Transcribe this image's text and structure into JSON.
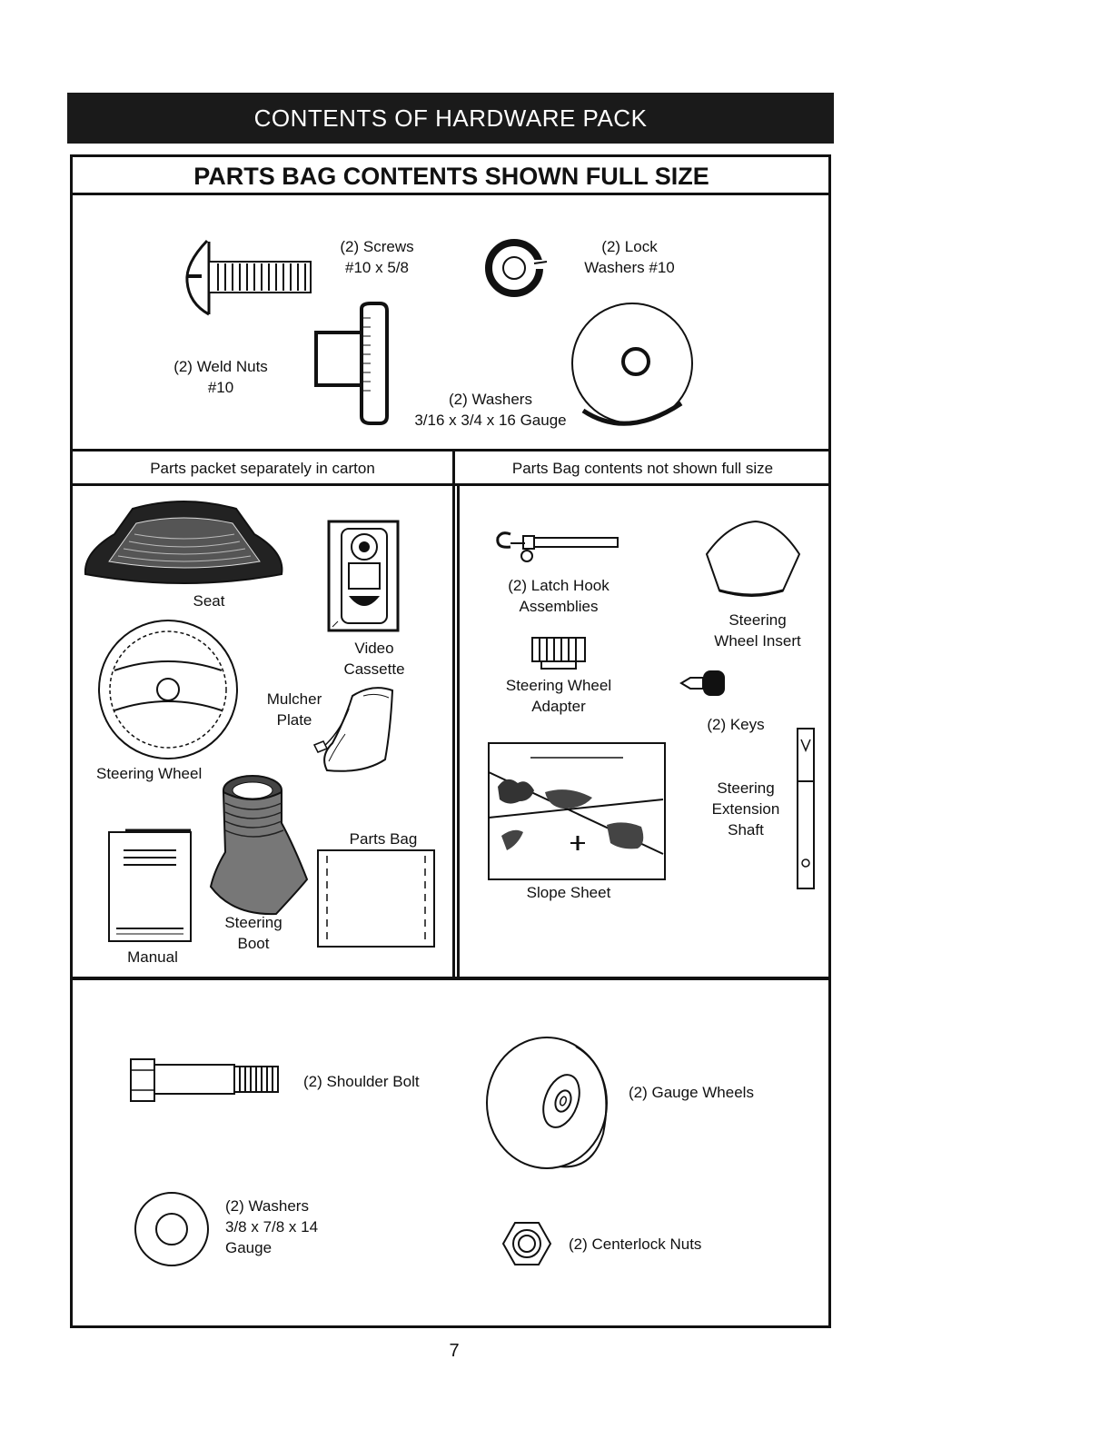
{
  "header": {
    "banner": "CONTENTS OF HARDWARE PACK",
    "title": "PARTS BAG CONTENTS SHOWN FULL SIZE"
  },
  "top": {
    "screws": [
      "(2) Screws",
      "#10 x 5/8"
    ],
    "lock_washers": [
      "(2) Lock",
      "Washers #10"
    ],
    "weld_nuts": [
      "(2) Weld Nuts",
      "#10"
    ],
    "washers": [
      "(2) Washers",
      "3/16 x 3/4 x 16 Gauge"
    ]
  },
  "left_panel": {
    "heading": "Parts packet separately in carton",
    "seat": "Seat",
    "video": [
      "Video",
      "Cassette"
    ],
    "steering_wheel": "Steering Wheel",
    "mulcher": [
      "Mulcher",
      "Plate"
    ],
    "parts_bag": "Parts Bag",
    "manual": "Manual",
    "boot": [
      "Steering",
      "Boot"
    ]
  },
  "right_panel": {
    "heading": "Parts Bag contents not shown full size",
    "latch": [
      "(2) Latch Hook",
      "Assemblies"
    ],
    "insert": [
      "Steering",
      "Wheel Insert"
    ],
    "adapter": [
      "Steering Wheel",
      "Adapter"
    ],
    "keys": "(2) Keys",
    "shaft": [
      "Steering",
      "Extension",
      "Shaft"
    ],
    "slope": "Slope Sheet"
  },
  "bottom": {
    "shoulder_bolt": "(2) Shoulder Bolt",
    "gauge_wheels": "(2) Gauge Wheels",
    "washers": [
      "(2) Washers",
      "3/8 x 7/8 x 14",
      "Gauge"
    ],
    "nuts": "(2) Centerlock Nuts"
  },
  "footer": {
    "page": "7"
  }
}
